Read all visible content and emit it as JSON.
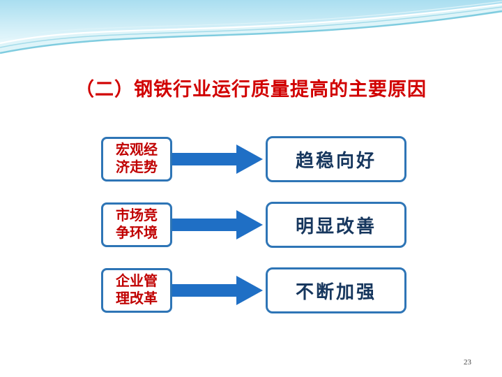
{
  "slide": {
    "title": "（二）钢铁行业运行质量提高的主要原因",
    "page_number": "23",
    "rows": [
      {
        "source_line1": "宏观经",
        "source_line2": "济走势",
        "result": "趋稳向好"
      },
      {
        "source_line1": "市场竞",
        "source_line2": "争环境",
        "result": "明显改善"
      },
      {
        "source_line1": "企业管",
        "source_line2": "理改革",
        "result": "不断加强"
      }
    ],
    "icons": {
      "arrow": "solid-right-arrow"
    },
    "colors": {
      "title_red": "#d10000",
      "source_text_red": "#c00000",
      "box_border_blue": "#2e75b6",
      "arrow_blue": "#1f6fc5",
      "result_text_navy": "#17375e",
      "wave_teal": "#7fccdf"
    }
  }
}
